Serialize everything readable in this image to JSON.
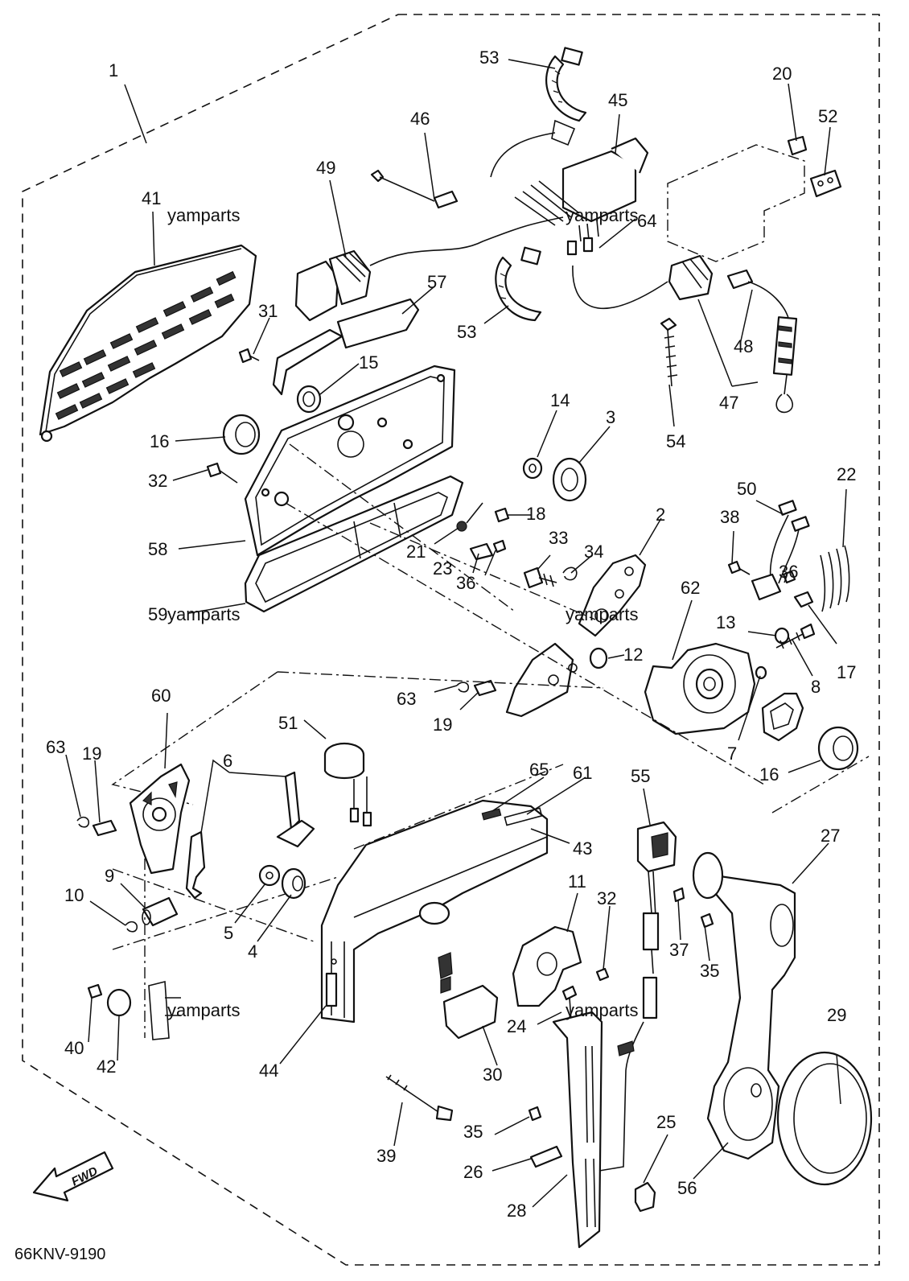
{
  "diagram": {
    "code": "66KNV-9190",
    "fwd_label": "FWD",
    "watermark": "yamparts",
    "callouts": [
      {
        "id": "c1",
        "text": "1"
      },
      {
        "id": "c53a",
        "text": "53"
      },
      {
        "id": "c45",
        "text": "45"
      },
      {
        "id": "c46",
        "text": "46"
      },
      {
        "id": "c49",
        "text": "49"
      },
      {
        "id": "c20",
        "text": "20"
      },
      {
        "id": "c52",
        "text": "52"
      },
      {
        "id": "c41",
        "text": "41"
      },
      {
        "id": "c64",
        "text": "64"
      },
      {
        "id": "c57",
        "text": "57"
      },
      {
        "id": "c53b",
        "text": "53"
      },
      {
        "id": "c31",
        "text": "31"
      },
      {
        "id": "c48",
        "text": "48"
      },
      {
        "id": "c15",
        "text": "15"
      },
      {
        "id": "c47",
        "text": "47"
      },
      {
        "id": "c14",
        "text": "14"
      },
      {
        "id": "c3",
        "text": "3"
      },
      {
        "id": "c54",
        "text": "54"
      },
      {
        "id": "c16a",
        "text": "16"
      },
      {
        "id": "c22",
        "text": "22"
      },
      {
        "id": "c50",
        "text": "50"
      },
      {
        "id": "c32a",
        "text": "32"
      },
      {
        "id": "c2",
        "text": "2"
      },
      {
        "id": "c18",
        "text": "18"
      },
      {
        "id": "c38",
        "text": "38"
      },
      {
        "id": "c33",
        "text": "33"
      },
      {
        "id": "c58",
        "text": "58"
      },
      {
        "id": "c21",
        "text": "21"
      },
      {
        "id": "c34",
        "text": "34"
      },
      {
        "id": "c36a",
        "text": "36"
      },
      {
        "id": "c23",
        "text": "23"
      },
      {
        "id": "c36b",
        "text": "36"
      },
      {
        "id": "c62",
        "text": "62"
      },
      {
        "id": "c59",
        "text": "59"
      },
      {
        "id": "c13",
        "text": "13"
      },
      {
        "id": "c12",
        "text": "12"
      },
      {
        "id": "c8",
        "text": "8"
      },
      {
        "id": "c17",
        "text": "17"
      },
      {
        "id": "c63a",
        "text": "63"
      },
      {
        "id": "c19a",
        "text": "19"
      },
      {
        "id": "c7",
        "text": "7"
      },
      {
        "id": "c60",
        "text": "60"
      },
      {
        "id": "c51",
        "text": "51"
      },
      {
        "id": "c16b",
        "text": "16"
      },
      {
        "id": "c63b",
        "text": "63"
      },
      {
        "id": "c19b",
        "text": "19"
      },
      {
        "id": "c6",
        "text": "6"
      },
      {
        "id": "c65",
        "text": "65"
      },
      {
        "id": "c61",
        "text": "61"
      },
      {
        "id": "c55",
        "text": "55"
      },
      {
        "id": "c27",
        "text": "27"
      },
      {
        "id": "c43",
        "text": "43"
      },
      {
        "id": "c9",
        "text": "9"
      },
      {
        "id": "c11",
        "text": "11"
      },
      {
        "id": "c32b",
        "text": "32"
      },
      {
        "id": "c10",
        "text": "10"
      },
      {
        "id": "c5",
        "text": "5"
      },
      {
        "id": "c4",
        "text": "4"
      },
      {
        "id": "c37",
        "text": "37"
      },
      {
        "id": "c35a",
        "text": "35"
      },
      {
        "id": "c29",
        "text": "29"
      },
      {
        "id": "c24",
        "text": "24"
      },
      {
        "id": "c40",
        "text": "40"
      },
      {
        "id": "c42",
        "text": "42"
      },
      {
        "id": "c44",
        "text": "44"
      },
      {
        "id": "c30",
        "text": "30"
      },
      {
        "id": "c35b",
        "text": "35"
      },
      {
        "id": "c39",
        "text": "39"
      },
      {
        "id": "c25",
        "text": "25"
      },
      {
        "id": "c26",
        "text": "26"
      },
      {
        "id": "c56",
        "text": "56"
      },
      {
        "id": "c28",
        "text": "28"
      }
    ]
  }
}
